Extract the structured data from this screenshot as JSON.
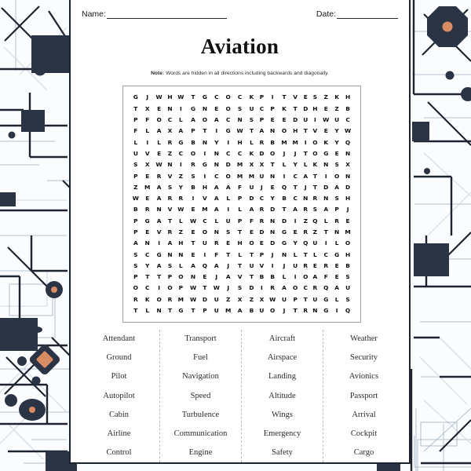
{
  "worksheet": {
    "name_label": "Name:",
    "date_label": "Date:",
    "title": "Aviation",
    "note_prefix": "Note:",
    "note_text": " Words are hidden in all directions including backwards and diagonally."
  },
  "grid": {
    "rows": 20,
    "cols": 20,
    "letters": [
      "G J W H W T G C O C K P I T V E S Z K H",
      "T X E N I G N E O S U C P K T D H E Z B",
      "P F O C L A O A C N S P E E D U I W U C",
      "F L A X A P T I G W T A N O H T V E Y W",
      "L I L R G B N Y I H L R B M M I O K Y Q",
      "U V E Z C O I N C C K D O J J T O G E N",
      "S X W N I R G N D M X X T L Y L K N S X",
      "P E R V Z S I C O M M U N I C A T I O N",
      "Z M A S Y B H A A F U J E Q T J T D A D",
      "W E A R R I V A L P D C Y B C N R N S H",
      "B R N V W E M A I L A R D T A R S A P J",
      "P G A T L W C L U P F R N D I Z Q L R E",
      "P E V R Z E O N S T E D N G E R Z T N M",
      "A N I A H T U R E H O E D G Y Q U I L O",
      "S C G N N E I F T L T P J N L T L C G H",
      "S Y A S L A Q A J T U V I J U R E R E B",
      "P T T P O N E J A V T B B L I O A F E S",
      "O C I O P W T W J S D I R A O C R Q A U",
      "R K O R M W D U Z X Z X W U P T U G L S",
      "T L N T G T P U M A B U O J T R N G I Q"
    ]
  },
  "word_list": {
    "columns": [
      [
        "Attendant",
        "Ground",
        "Pilot",
        "Autopilot",
        "Cabin",
        "Airline",
        "Control"
      ],
      [
        "Transport",
        "Fuel",
        "Navigation",
        "Speed",
        "Turbulence",
        "Communication",
        "Engine"
      ],
      [
        "Aircraft",
        "Airspace",
        "Landing",
        "Altitude",
        "Wings",
        "Emergency",
        "Safety"
      ],
      [
        "Weather",
        "Security",
        "Avionics",
        "Passport",
        "Arrival",
        "Cockpit",
        "Cargo"
      ]
    ]
  },
  "theme": {
    "dark_navy": "#2b3445",
    "accent_orange": "#d98b63",
    "light_line": "#b9c6d1",
    "page_border": "#1d2430"
  }
}
